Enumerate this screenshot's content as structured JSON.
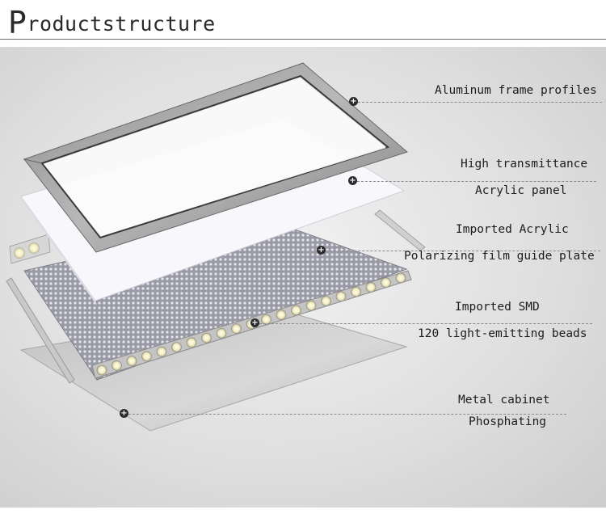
{
  "header": {
    "title_initial": "P",
    "title_rest": "roductstructure"
  },
  "labels": {
    "frame": "Aluminum frame profiles",
    "acrylic_1": "High transmittance",
    "acrylic_2": "Acrylic panel",
    "guide_1": "Imported Acrylic",
    "guide_2": "Polarizing film guide plate",
    "led_1": "Imported SMD",
    "led_2": "120 light-emitting beads",
    "cabinet_1": "Metal cabinet",
    "cabinet_2": "Phosphating"
  }
}
